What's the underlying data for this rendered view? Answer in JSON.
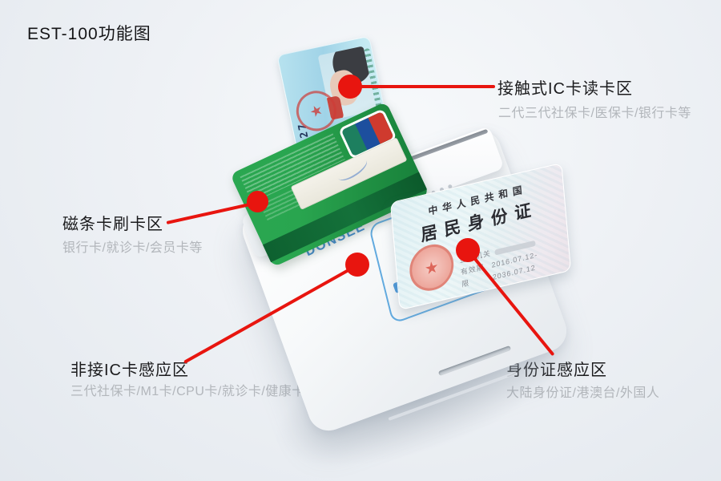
{
  "page": {
    "title": "EST-100功能图"
  },
  "device": {
    "brand": "DONSEE"
  },
  "cards": {
    "ic_card": {
      "number": "6226827"
    },
    "id_card": {
      "line1": "中华人民共和国",
      "line2": "居民身份证",
      "issue_label": "签发机关",
      "validity_label": "有效期限",
      "validity_value": "2016.07.12-2036.07.12"
    }
  },
  "callouts": {
    "contact_ic": {
      "title": "接触式IC卡读卡区",
      "subtitle": "二代三代社保卡/医保卡/银行卡等"
    },
    "magnetic": {
      "title": "磁条卡刷卡区",
      "subtitle": "银行卡/就诊卡/会员卡等"
    },
    "contactless": {
      "title": "非接IC卡感应区",
      "subtitle": "三代社保卡/M1卡/CPU卡/就诊卡/健康卡/银行卡"
    },
    "id_sense": {
      "title": "身份证感应区",
      "subtitle": "大陆身份证/港澳台/外国人"
    }
  },
  "colors": {
    "accent_red": "#e8150f",
    "brand_blue": "#4189cd",
    "outline_blue": "#62aadf"
  }
}
